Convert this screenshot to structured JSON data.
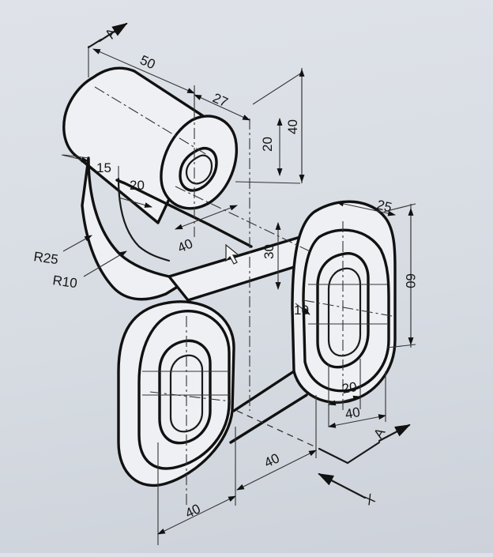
{
  "drawing": {
    "dimensions": {
      "d50": "50",
      "d27": "27",
      "d20_upper": "20",
      "d40_right_upper": "40",
      "d15": "15",
      "d20_left": "20",
      "d40_mid": "40",
      "d30": "30",
      "d25": "25",
      "d60": "60",
      "d10": "10",
      "d20_lower": "20",
      "d40_lower_right": "40",
      "d40_bottom_mid": "40",
      "d40_bottom_left": "40"
    },
    "radii": {
      "r25": "R25",
      "r10": "R10"
    },
    "section_labels": {
      "a_top": "A",
      "a_bottom": "A"
    },
    "view_marker": "X",
    "colors": {
      "paper": "#dfe3e9",
      "ink": "#111111"
    }
  }
}
